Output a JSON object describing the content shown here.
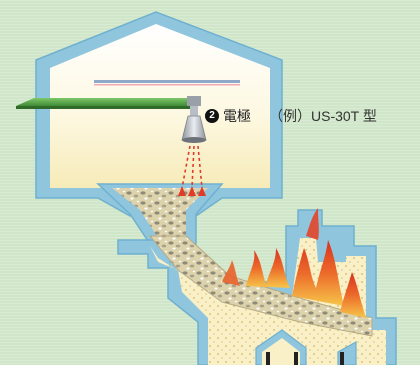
{
  "callout": {
    "number": "2",
    "label": "電極",
    "example": "（例）US-30T 型"
  },
  "colors": {
    "background": "#cfe6c9",
    "wall": "#8fc6de",
    "wall_stroke": "#6fb0cf",
    "chamber_top": "#ffffff",
    "chamber_bottom": "#f6ebb8",
    "pipe": "#5aa64a",
    "nozzle": "#a9aeb6",
    "spray": "#e23b2a",
    "flame": "#e8502a",
    "material": "#d8cfa8"
  }
}
